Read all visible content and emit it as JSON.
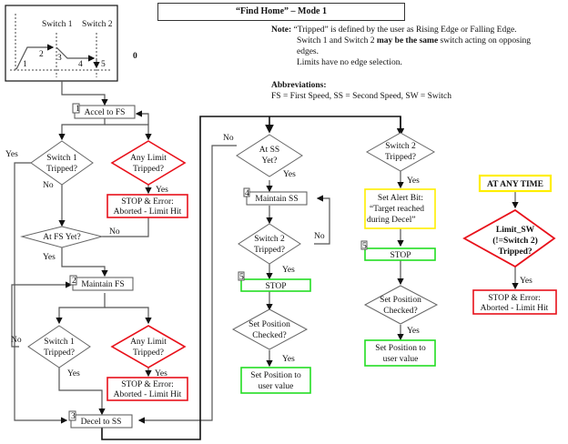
{
  "title": "“Find Home”  – Mode 1",
  "note": {
    "label": "Note:",
    "line1": "“Tripped” is defined by the user as Rising Edge or Falling Edge.",
    "line2a": "Switch 1 and Switch 2 ",
    "line2b": "may be the same",
    "line2c": " switch acting on opposing",
    "line3": "edges.",
    "line4": "Limits have no edge selection."
  },
  "abbreviations": {
    "label": "Abbreviations:",
    "text": "FS = First Speed,  SS = Second Speed,  SW = Switch"
  },
  "inset": {
    "switch1": "Switch 1",
    "switch2": "Switch 2",
    "seg1": "1",
    "seg2": "2",
    "seg3": "3",
    "seg4": "4",
    "seg5": "5",
    "zero": "0"
  },
  "colors": {
    "red": "#e8101a",
    "green": "#22dd22",
    "yellow": "#ffee00",
    "gray": "#666666",
    "black": "#111111"
  },
  "flow": {
    "accel_fs": "Accel to FS",
    "accel_fs_num": "1",
    "sw1_a": [
      "Switch 1",
      "Tripped?"
    ],
    "limit_a": [
      "Any Limit",
      "Tripped?"
    ],
    "err_a": [
      "STOP & Error:",
      "Aborted - Limit Hit"
    ],
    "at_fs": "At FS Yet?",
    "maintain_fs": "Maintain FS",
    "maintain_fs_num": "2",
    "sw1_b": [
      "Switch 1",
      "Tripped?"
    ],
    "limit_b": [
      "Any Limit",
      "Tripped?"
    ],
    "err_b": [
      "STOP & Error:",
      "Aborted - Limit Hit"
    ],
    "decel_ss": "Decel to SS",
    "decel_ss_num": "3",
    "at_ss": [
      "At SS",
      "Yet?"
    ],
    "maintain_ss": "Maintain SS",
    "maintain_ss_num": "4",
    "sw2_a": [
      "Switch 2",
      "Tripped?"
    ],
    "stop_a": "STOP",
    "stop_a_num": "5",
    "setpos_a": [
      "Set Position",
      "Checked?"
    ],
    "setval_a": [
      "Set Position to",
      "user value"
    ],
    "sw2_b": [
      "Switch 2",
      "Tripped?"
    ],
    "alert": [
      "Set Alert Bit:",
      "“Target reached",
      "during Decel”"
    ],
    "stop_b": "STOP",
    "stop_b_num": "5",
    "setpos_b": [
      "Set Position",
      "Checked?"
    ],
    "setval_b": [
      "Set Position to",
      "user value"
    ],
    "any_time": "AT ANY TIME",
    "limit_sw": [
      "Limit_SW",
      "(!=Switch 2)",
      "Tripped?"
    ],
    "err_c": [
      "STOP & Error:",
      "Aborted - Limit Hit"
    ],
    "yes": "Yes",
    "no": "No"
  }
}
